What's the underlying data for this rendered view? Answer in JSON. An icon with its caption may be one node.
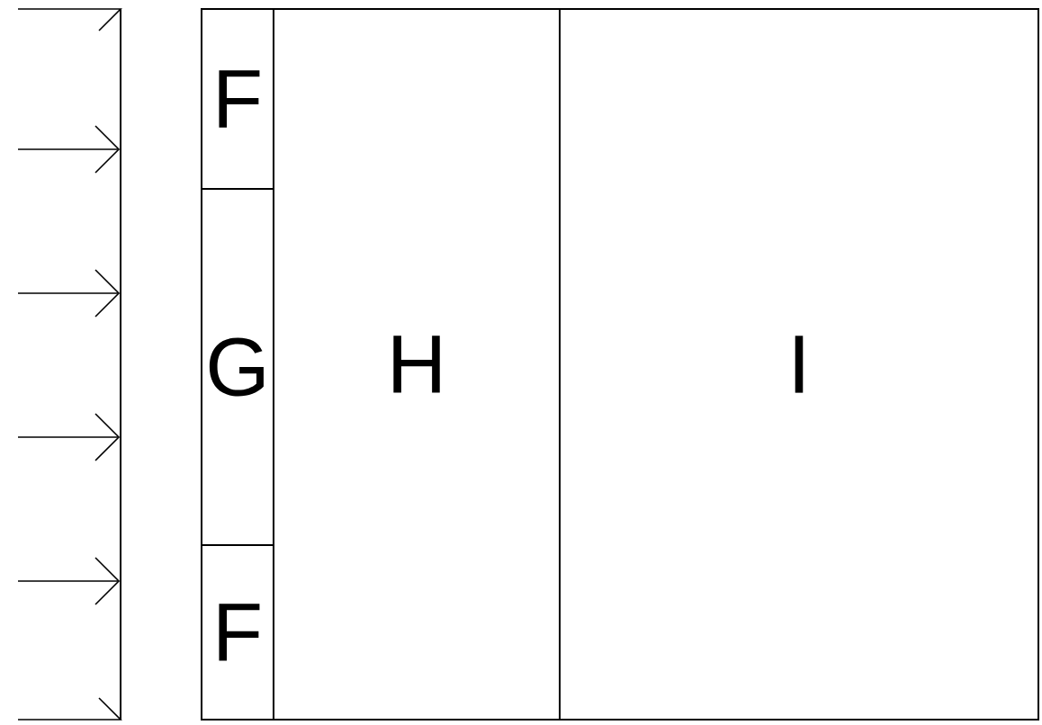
{
  "diagram": {
    "nodes": [
      {
        "text": [
          "F"
        ]
      },
      {
        "text": [
          "G"
        ]
      },
      {
        "text": [
          "F"
        ]
      },
      {
        "text": [
          "H"
        ]
      },
      {
        "text": [
          "I"
        ]
      }
    ]
  }
}
